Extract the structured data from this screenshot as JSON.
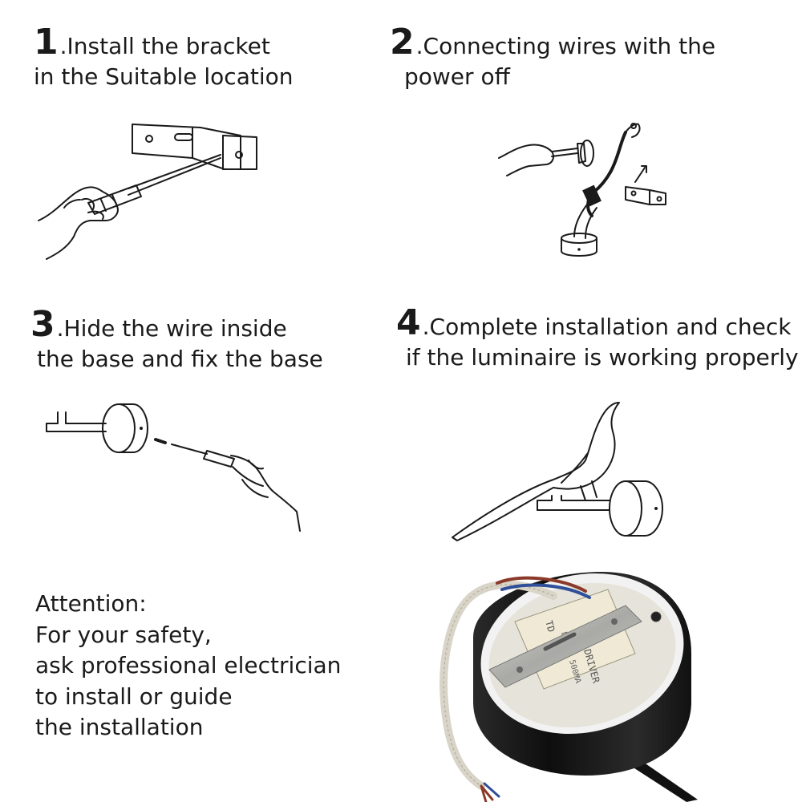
{
  "steps": [
    {
      "number": "1",
      "line1": ".Install the bracket",
      "line2": "in the Suitable location"
    },
    {
      "number": "2",
      "line1": ".Connecting wires with the",
      "line2": "power off"
    },
    {
      "number": "3",
      "line1": ".Hide the wire inside",
      "line2": "the base and fix the base"
    },
    {
      "number": "4",
      "line1": ".Complete installation and check",
      "line2": "if the luminaire is working properly"
    }
  ],
  "attention": {
    "lines": [
      "Attention:",
      "For your safety,",
      "ask  professional electrician",
      "to install or guide",
      "the installation"
    ]
  },
  "driver_label": {
    "line1": "LED DRIVER",
    "line2": "DC12V 500MA",
    "line3": "TD"
  },
  "colors": {
    "text": "#1a1a1a",
    "fixture_body": "#141414",
    "wire_brown": "#8b3a2a",
    "wire_blue": "#2f4f9a",
    "wire_sleeve": "#d9d4c8",
    "bracket_metal": "#b8b8b4"
  },
  "icons": {
    "step1": "screwdriver-bracket-icon",
    "step2": "wiring-icon",
    "step3": "base-screw-icon",
    "step4": "bird-lamp-icon"
  }
}
